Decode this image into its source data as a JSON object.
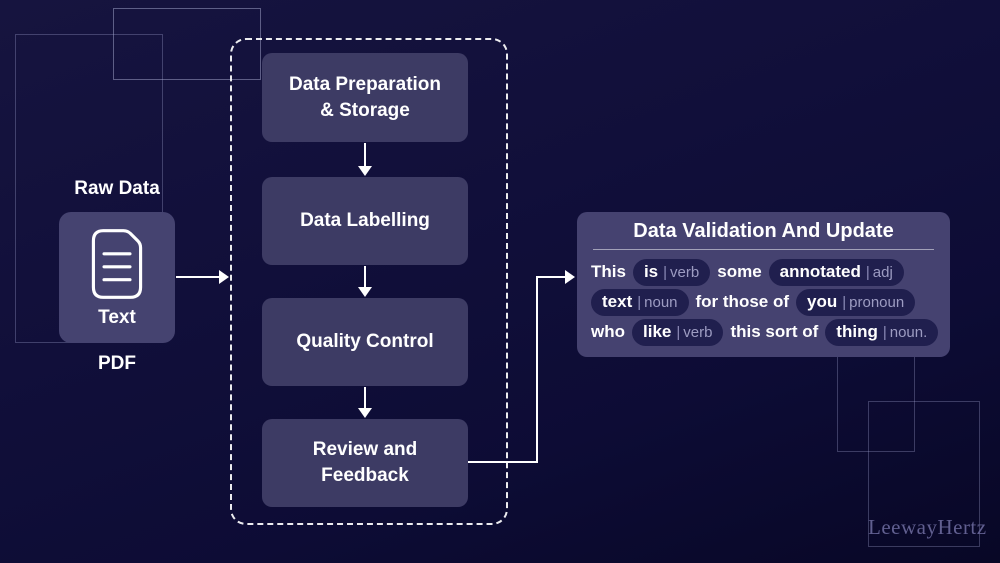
{
  "watermark": "LeewayHertz",
  "raw_data": {
    "title": "Raw Data",
    "doc_label": "Text",
    "format_label": "PDF"
  },
  "pipeline": {
    "steps": [
      {
        "label": "Data Preparation\n& Storage"
      },
      {
        "label": "Data Labelling"
      },
      {
        "label": "Quality Control"
      },
      {
        "label": "Review and\nFeedback"
      }
    ]
  },
  "validation_panel": {
    "title": "Data Validation And Update",
    "lines": [
      {
        "tokens": [
          {
            "t": "text",
            "v": "This"
          },
          {
            "t": "pill",
            "word": "is",
            "tag": "verb"
          },
          {
            "t": "text",
            "v": "some"
          },
          {
            "t": "pill",
            "word": "annotated",
            "tag": "adj"
          }
        ]
      },
      {
        "tokens": [
          {
            "t": "pill",
            "word": "text",
            "tag": "noun"
          },
          {
            "t": "text",
            "v": "for those of"
          },
          {
            "t": "pill",
            "word": "you",
            "tag": "pronoun"
          }
        ]
      },
      {
        "tokens": [
          {
            "t": "text",
            "v": "who"
          },
          {
            "t": "pill",
            "word": "like",
            "tag": "verb"
          },
          {
            "t": "text",
            "v": "this sort of"
          },
          {
            "t": "pill",
            "word": "thing",
            "tag": "noun."
          }
        ]
      }
    ]
  },
  "icons": {
    "document_icon": "document-with-text-lines"
  },
  "colors": {
    "background_top": "#16143f",
    "background_bottom": "#080726",
    "step_box": "#3d3b64",
    "card_box": "#454370",
    "panel": "#454270",
    "pill": "#201f4e",
    "tag_text": "#9d9cc2",
    "line_white": "#ffffff",
    "watermark_text": "#615f90",
    "deco_border": "#a5a8d2"
  }
}
